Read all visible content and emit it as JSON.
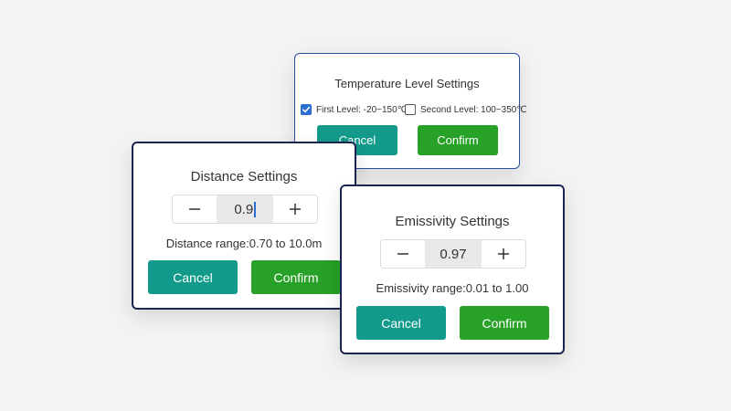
{
  "temperature_dialog": {
    "title": "Temperature Level Settings",
    "options": [
      {
        "label": "First Level: -20~150℃",
        "checked": true
      },
      {
        "label": "Second Level: 100~350℃",
        "checked": false
      }
    ],
    "cancel_label": "Cancel",
    "confirm_label": "Confirm"
  },
  "distance_dialog": {
    "title": "Distance Settings",
    "value": "0.9",
    "range_text": "Distance range:0.70 to 10.0m",
    "cancel_label": "Cancel",
    "confirm_label": "Confirm"
  },
  "emissivity_dialog": {
    "title": "Emissivity Settings",
    "value": "0.97",
    "range_text": "Emissivity range:0.01 to 1.00",
    "cancel_label": "Cancel",
    "confirm_label": "Confirm"
  },
  "icons": {
    "minus": "minus-icon",
    "plus": "plus-icon",
    "check": "checkmark-icon"
  },
  "colors": {
    "cancel_button": "#129a8b",
    "confirm_button": "#27a128",
    "checkbox_checked": "#2a6fd1",
    "dialog_border": "#1b2650",
    "temperature_dialog_border": "#2a4ea0",
    "background": "#f3f3f3"
  }
}
